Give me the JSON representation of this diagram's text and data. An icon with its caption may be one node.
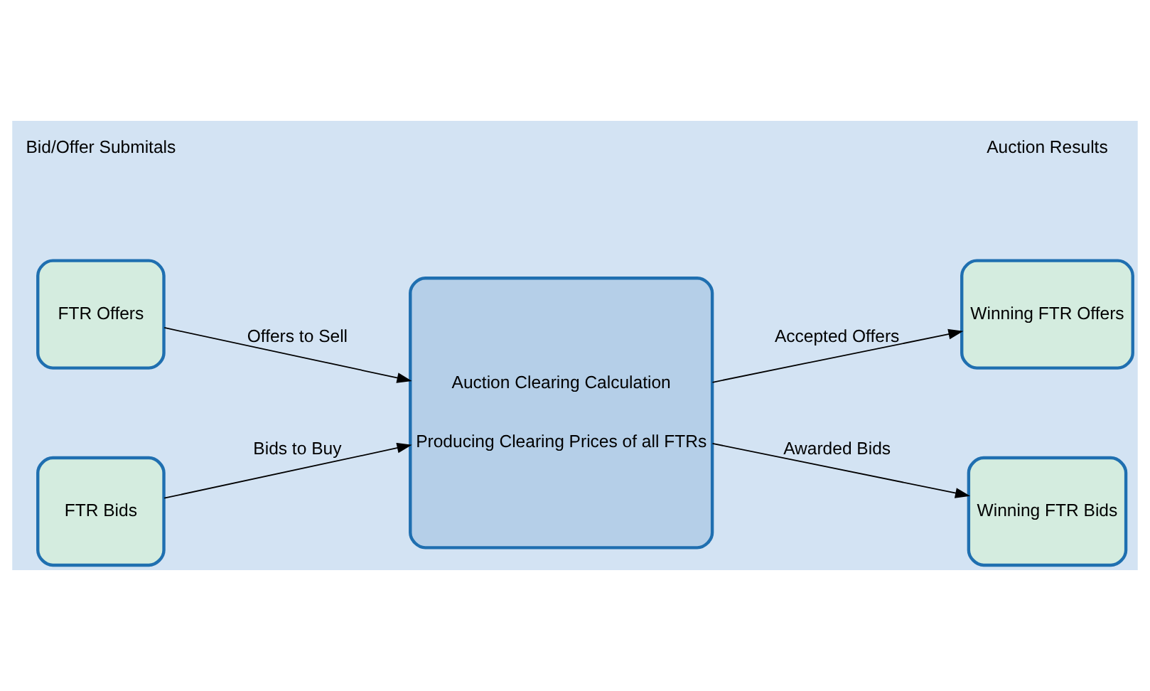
{
  "diagram": {
    "nodes": [
      {
        "text": [
          "FTR Offers"
        ]
      },
      {
        "text": [
          "FTR Bids"
        ]
      },
      {
        "text": [
          "Auction Clearing Calculation",
          "Producing Clearing Prices of all FTRs"
        ]
      },
      {
        "text": [
          "Winning FTR Offers"
        ]
      },
      {
        "text": [
          "Winning FTR Bids"
        ]
      }
    ],
    "edges": [
      {
        "from": 0,
        "to": 2,
        "arrow": "to",
        "label": "Offers to Sell"
      },
      {
        "from": 1,
        "to": 2,
        "arrow": "to",
        "label": "Bids to Buy"
      },
      {
        "from": 2,
        "to": 3,
        "arrow": "to",
        "label": "Accepted Offers"
      },
      {
        "from": 2,
        "to": 4,
        "arrow": "to",
        "label": "Awarded Bids"
      }
    ],
    "labels": [
      "Bid/Offer Submitals",
      "Auction Results"
    ]
  }
}
